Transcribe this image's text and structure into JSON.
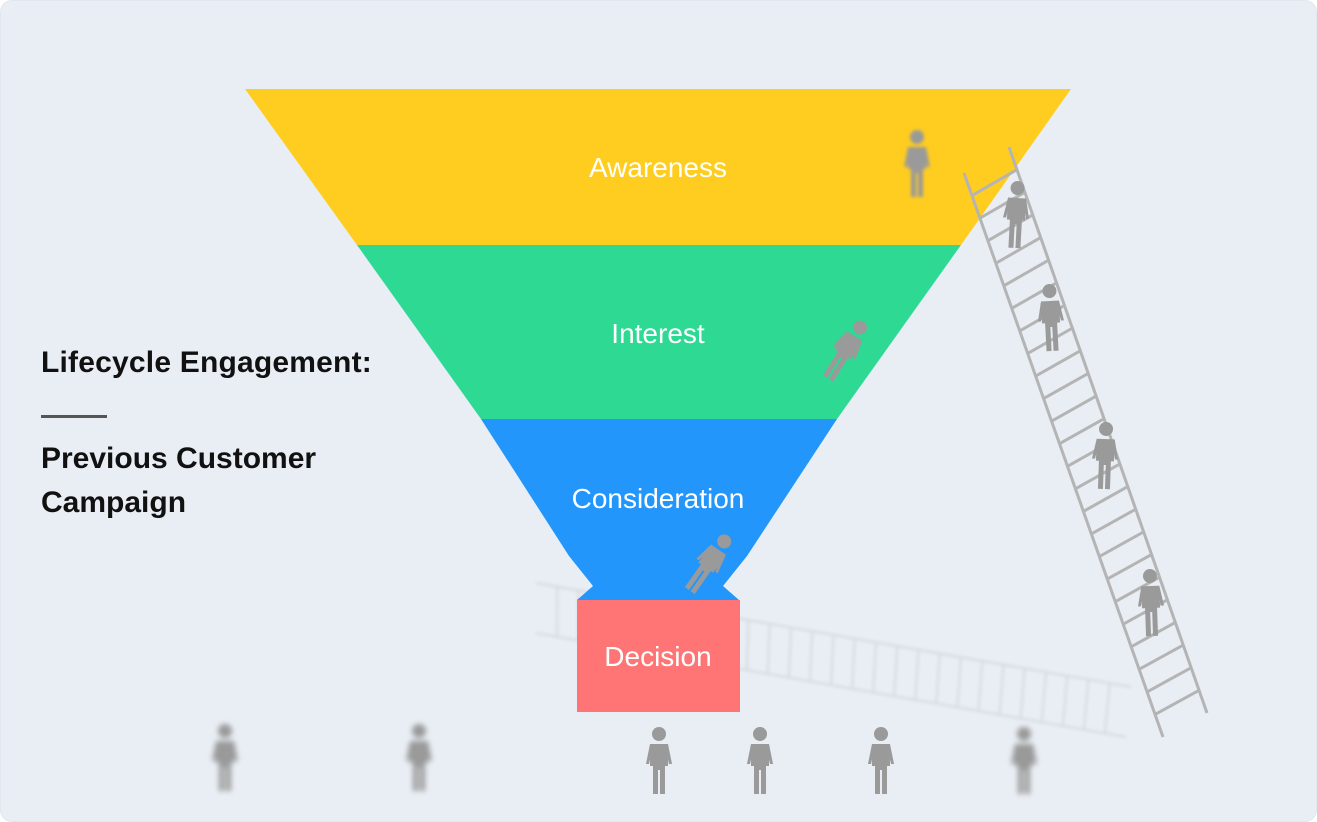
{
  "title": "Lifecycle Engagement:",
  "subtitle": "Previous Customer Campaign",
  "funnel": {
    "stages": [
      {
        "label": "Awareness",
        "color": "#ffcd1f"
      },
      {
        "label": "Interest",
        "color": "#2ed993"
      },
      {
        "label": "Consideration",
        "color": "#2296fb"
      },
      {
        "label": "Decision",
        "color": "#ff7575"
      }
    ]
  },
  "figure_color": "#9a9a9a",
  "ladder_color": "#b4b4b4"
}
